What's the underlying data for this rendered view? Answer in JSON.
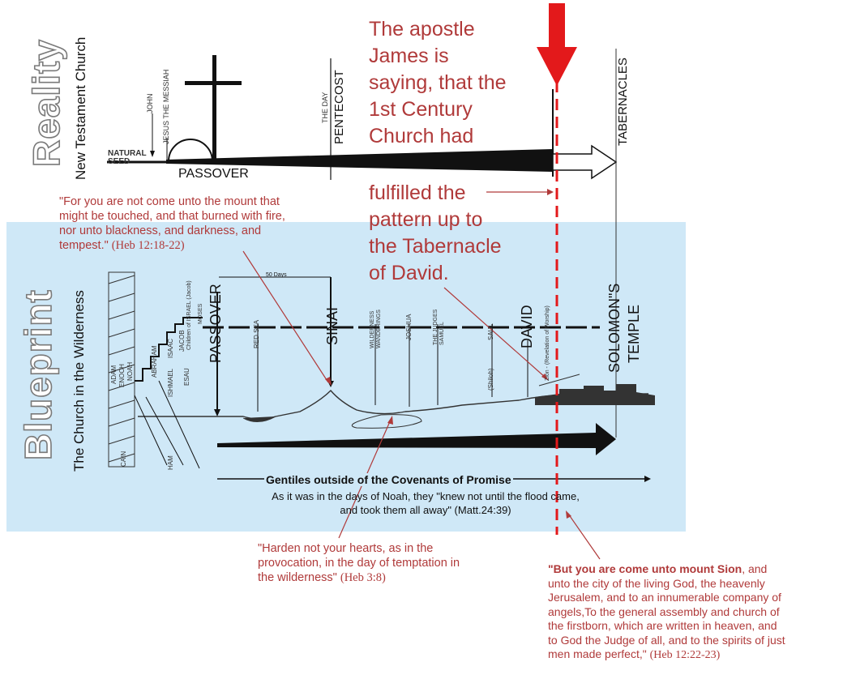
{
  "reality": {
    "word": "Reality",
    "subtitle": "New Testament Church",
    "natural_seed": [
      "NATURAL",
      "SEED"
    ],
    "john": "JOHN",
    "jesus": "JESUS THE MESSIAH",
    "passover": "PASSOVER",
    "the_day": "THE DAY",
    "pentecost": "PENTECOST",
    "tabernacles": "TABERNACLES"
  },
  "headline": {
    "line1": "The apostle",
    "line2": "James is",
    "line3": "saying, that the",
    "line4": "1st Century",
    "line5": "Church had",
    "line6": "fulfilled the",
    "line7": "pattern up to",
    "line8": "the Tabernacle",
    "line9": "of David."
  },
  "quote_heb12_18": {
    "line1": "\"For you are not come unto the mount that",
    "line2": "might be touched, and that burned with fire,",
    "line3": "nor unto blackness, and darkness, and",
    "line4": "tempest.\"",
    "ref": "(Heb 12:18-22)"
  },
  "blueprint": {
    "word": "Blueprint",
    "subtitle": "The Church in the Wilderness",
    "fifty_days": "50 Days",
    "cain": "CAIN",
    "adam": "ADAM",
    "enoch": "ENOCH",
    "noah": "NOAH",
    "ham": "HAM",
    "abraham": "ABRAHAM",
    "ishmael": "ISHMAEL",
    "isaac": "ISAAC",
    "esau": "ESAU",
    "jacob": "JACOB",
    "children_of_israel": "Children of ISRAEL (Jacob)",
    "moses": "MOSES",
    "passover": "PASSOVER",
    "red_sea": "RED SEA",
    "sinai": "SINAI",
    "wilderness": "WILDERNESS WANDERINGS",
    "joshua": "JOSHUA",
    "judges": "THE JUDGES SAMUEL",
    "saul": "SAUL",
    "shiloh": "(Shiloh)",
    "david": "DAVID",
    "zion": "Zion - (Revelation of Worship)",
    "solomons": "SOLOMON\"S",
    "temple": "TEMPLE",
    "gentiles": "Gentiles outside of the Covenants of Promise",
    "noah_line1": "As it was in the days of Noah, they \"knew not until the flood came,",
    "noah_line2": "and took them all away\" (Matt.24:39)"
  },
  "quote_heb3_8": {
    "line1": "\"Harden not your hearts, as in the",
    "line2": "provocation, in the day of temptation in",
    "line3": "the wilderness\"",
    "ref": "(Heb 3:8)"
  },
  "quote_heb12_22": {
    "bold": "\"But you are come unto mount Sion",
    "line1_rest": ", and",
    "line2": "unto the city of the living God, the heavenly",
    "line3": "Jerusalem, and to an innumerable company of",
    "line4": "angels,To the general assembly and church of",
    "line5": "the firstborn, which are written in heaven, and",
    "line6": "to God the Judge of all, and to the spirits of just",
    "line7": "men made perfect,\"",
    "ref": "(Heb 12:22-23)"
  },
  "colors": {
    "accent_red": "#e3191b",
    "text_red": "#b03a3a",
    "blueprint_bg": "#cfe8f7"
  }
}
